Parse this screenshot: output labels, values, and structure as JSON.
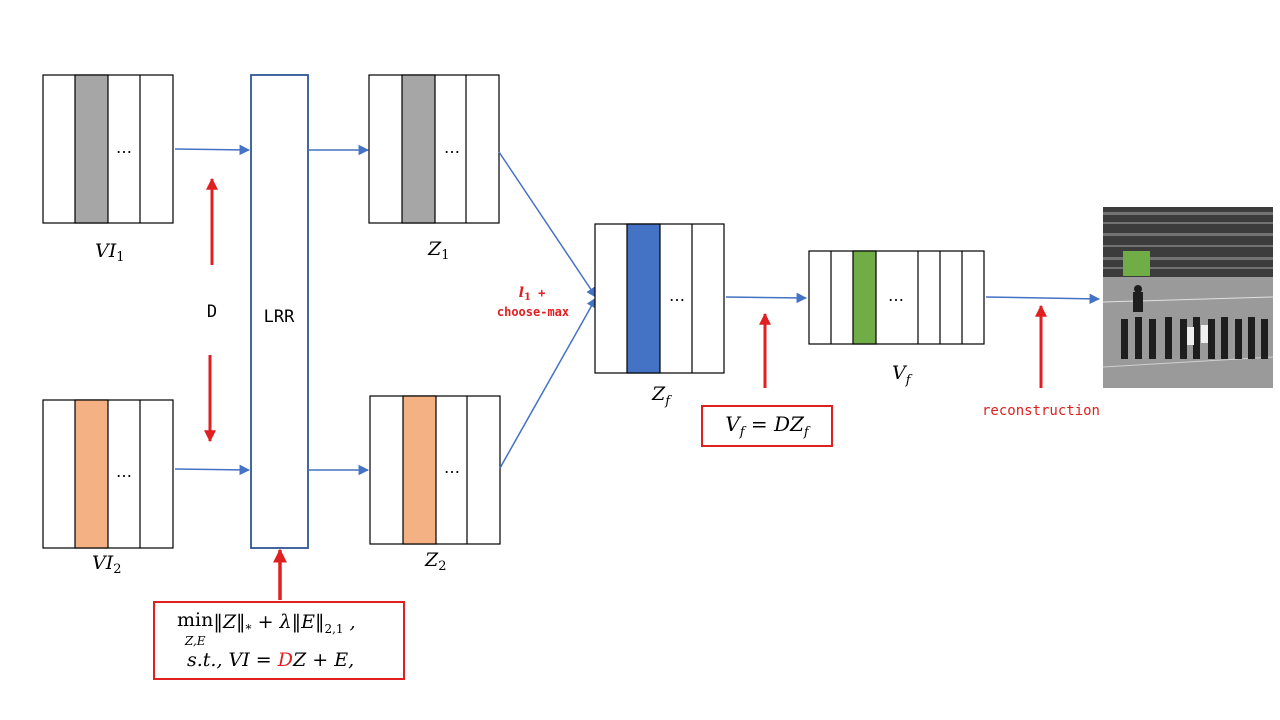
{
  "labels": {
    "vi1": "VI",
    "vi1_sub": "1",
    "vi2": "VI",
    "vi2_sub": "2",
    "z1": "Z",
    "z1_sub": "1",
    "z2": "Z",
    "z2_sub": "2",
    "zf": "Z",
    "zf_sub": "f",
    "vf": "V",
    "vf_sub": "f",
    "d": "D",
    "lrr": "LRR",
    "ellipsis": "…",
    "l1": "l",
    "l1_sub": "1",
    "l1_plus": " +",
    "choose_max": "choose-max",
    "reconstruction": "reconstruction"
  },
  "formulas": {
    "vf_eq": "V_f = DZ_f",
    "min_word": "min",
    "min_sub": "Z,E",
    "objective_norm_z": "‖Z‖",
    "objective_star": "*",
    "objective_plus": " + λ‖E‖",
    "objective_sub": "2,1",
    "objective_comma": " ,",
    "constraint_prefix": "s.t., VI = ",
    "constraint_d": "D",
    "constraint_suffix": "Z + E,"
  },
  "colors": {
    "gray_column": "#a6a6a6",
    "orange_column": "#f4b183",
    "blue_column": "#4472c4",
    "green_column": "#70ad47",
    "arrow_blue": "#4472c4",
    "arrow_red": "#e02020",
    "lrr_border": "#2f5597",
    "green_patch": "#70ad47"
  }
}
